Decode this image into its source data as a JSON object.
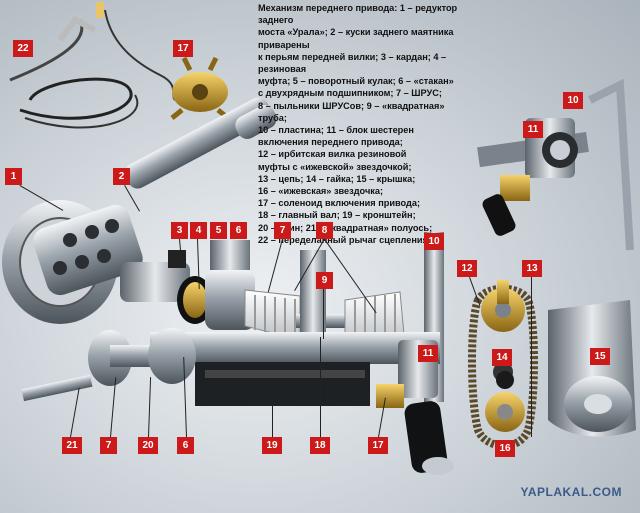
{
  "caption": {
    "lines": [
      "Механизм переднего привода: 1 – редуктор заднего",
      "моста «Урала»; 2 – куски заднего маятника приварены",
      "к перьям передней вилки; 3 – кардан; 4 – резиновая",
      "муфта; 5 – поворотный кулак; 6 – «стакан»",
      "с двухрядным подшипником; 7 – ШРУС;",
      "8 – пыльники ШРУСов; 9 – «квадратная» труба;",
      "10 – пластина; 11 – блок шестерен",
      "включения переднего привода;",
      "12 – ирбитская вилка резиновой",
      "муфты с «ижевской» звездочкой;",
      "13 – цепь; 14 – гайка; 15 – крышка;",
      "16 – «ижевская» звездочка;",
      "17 – соленоид включения привода;",
      "18 – главный вал; 19 – кронштейн;",
      "20 – клин; 21 – «квадратная» полуось;",
      "22 – переделанный рычаг сцепления."
    ]
  },
  "labels": {
    "l1": "1",
    "l2": "2",
    "l3": "3",
    "l4": "4",
    "l5": "5",
    "l6a": "6",
    "l7a": "7",
    "l8": "8",
    "l9": "9",
    "l10a": "10",
    "l10b": "10",
    "l11a": "11",
    "l11b": "11",
    "l12": "12",
    "l13": "13",
    "l14": "14",
    "l15": "15",
    "l16": "16",
    "l17a": "17",
    "l17b": "17",
    "l18": "18",
    "l19": "19",
    "l20": "20",
    "l21": "21",
    "l22": "22",
    "l6b": "6",
    "l7b": "7"
  },
  "watermark": "YAPLAKAL.COM",
  "colors": {
    "label_bg": "#cc1a1a",
    "label_text": "#ffffff"
  }
}
